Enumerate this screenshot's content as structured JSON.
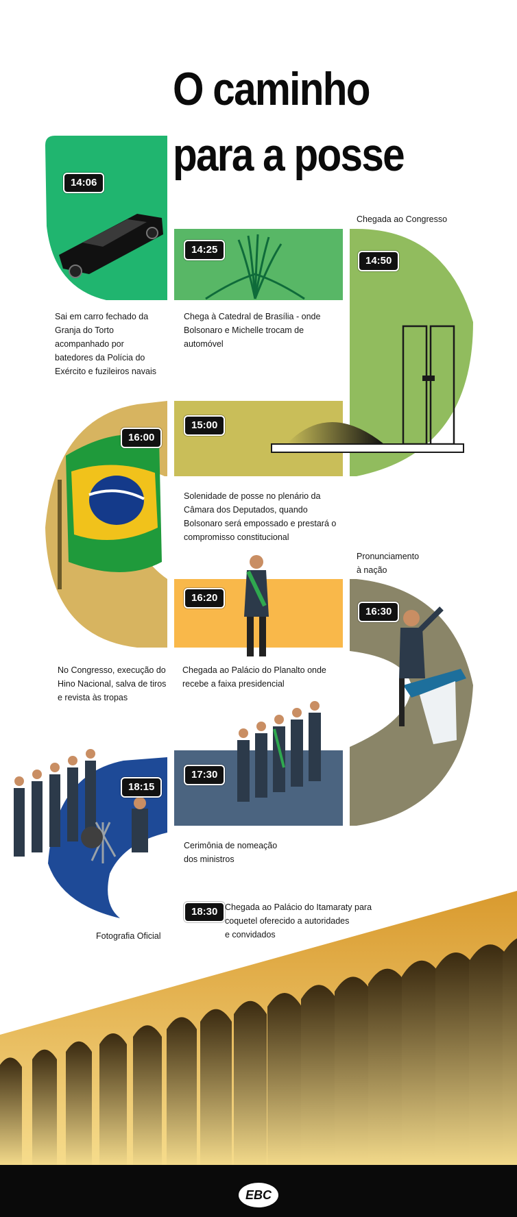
{
  "title": {
    "line1": "O caminho",
    "line2": "para a posse"
  },
  "colors": {
    "green_dark": "#20b56f",
    "green_mid": "#58b766",
    "green_light": "#91bc5e",
    "olive": "#c9be59",
    "tan": "#d7b460",
    "orange": "#f9b84a",
    "gray_olive": "#8a8568",
    "slate": "#4b6480",
    "blue": "#1e4a97",
    "gold": "#e3a437",
    "footer": "#0a0a0a"
  },
  "steps": [
    {
      "id": "s1",
      "time": "14:06",
      "caption": "Sai em carro fechado da\nGranja do Torto\nacompanhado por\nbatedores da Polícia do\nExército e fuzileiros navais",
      "icon": "car-icon"
    },
    {
      "id": "s2",
      "time": "14:25",
      "caption": "Chega à Catedral de Brasília - onde\nBolsonaro e Michelle trocam de\nautomóvel",
      "icon": "cathedral-icon"
    },
    {
      "id": "s3",
      "time": "14:50",
      "caption": "Chegada ao Congresso",
      "icon": "congress-icon"
    },
    {
      "id": "s4",
      "time": "15:00",
      "caption": "Solenidade de posse no plenário da\nCâmara dos Deputados, quando\nBolsonaro será empossado e prestará o\ncompromisso constitucional",
      "icon": "congress-dome-icon"
    },
    {
      "id": "s5",
      "time": "16:00",
      "caption": "No Congresso, execução do\nHino Nacional, salva de tiros\ne revista às tropas",
      "icon": "brazil-flag-icon"
    },
    {
      "id": "s6",
      "time": "16:20",
      "caption": "Chegada ao Palácio do Planalto onde\nrecebe a faixa presidencial",
      "icon": "president-sash-icon"
    },
    {
      "id": "s7",
      "time": "16:30",
      "caption": "Pronunciamento\nà nação",
      "icon": "podium-speech-icon"
    },
    {
      "id": "s8",
      "time": "17:30",
      "caption": "Cerimônia de nomeação\ndos ministros",
      "icon": "ministers-group-icon"
    },
    {
      "id": "s9",
      "time": "18:15",
      "caption": "Fotografia Oficial",
      "icon": "photographer-icon"
    },
    {
      "id": "s10",
      "time": "18:30",
      "caption": "Chegada ao Palácio do Itamaraty para\ncoquetel oferecido a autoridades\ne convidados",
      "icon": "itamaraty-arches-icon"
    }
  ],
  "footer": {
    "logo_text": "EBC"
  }
}
